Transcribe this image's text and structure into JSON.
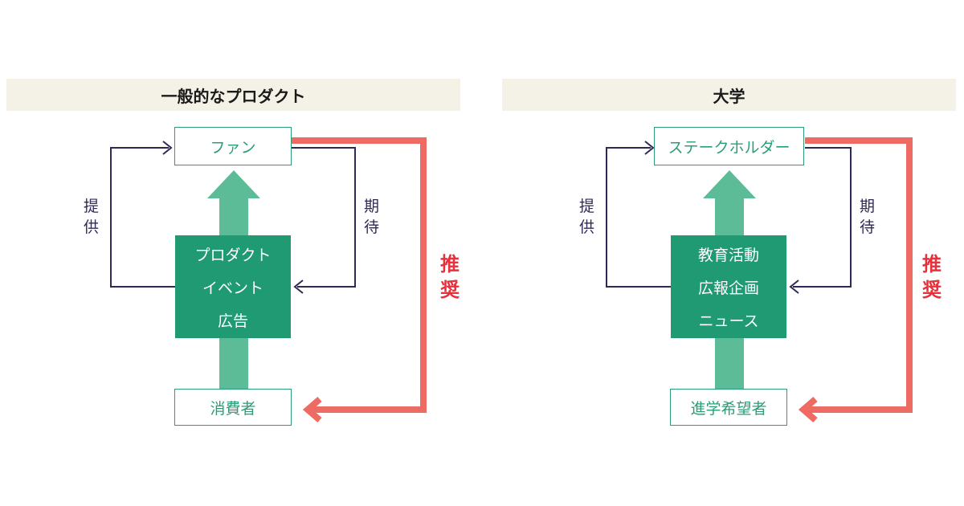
{
  "colors": {
    "header_bg": "#f4f2e6",
    "green_dark": "#1f9a72",
    "green_light": "#5bbc97",
    "navy": "#2e2a55",
    "red": "#ee6b63",
    "red_text": "#e5323c"
  },
  "panels": [
    {
      "header": "一般的なプロダクト",
      "top_box": "ファン",
      "center_lines": [
        "プロダクト",
        "イベント",
        "広告"
      ],
      "bottom_box": "消費者",
      "left_label": [
        "提",
        "供"
      ],
      "right_label": [
        "期",
        "待"
      ],
      "red_label": [
        "推",
        "奨"
      ]
    },
    {
      "header": "大学",
      "top_box": "ステークホルダー",
      "center_lines": [
        "教育活動",
        "広報企画",
        "ニュース"
      ],
      "bottom_box": "進学希望者",
      "left_label": [
        "提",
        "供"
      ],
      "right_label": [
        "期",
        "待"
      ],
      "red_label": [
        "推",
        "奨"
      ]
    }
  ]
}
